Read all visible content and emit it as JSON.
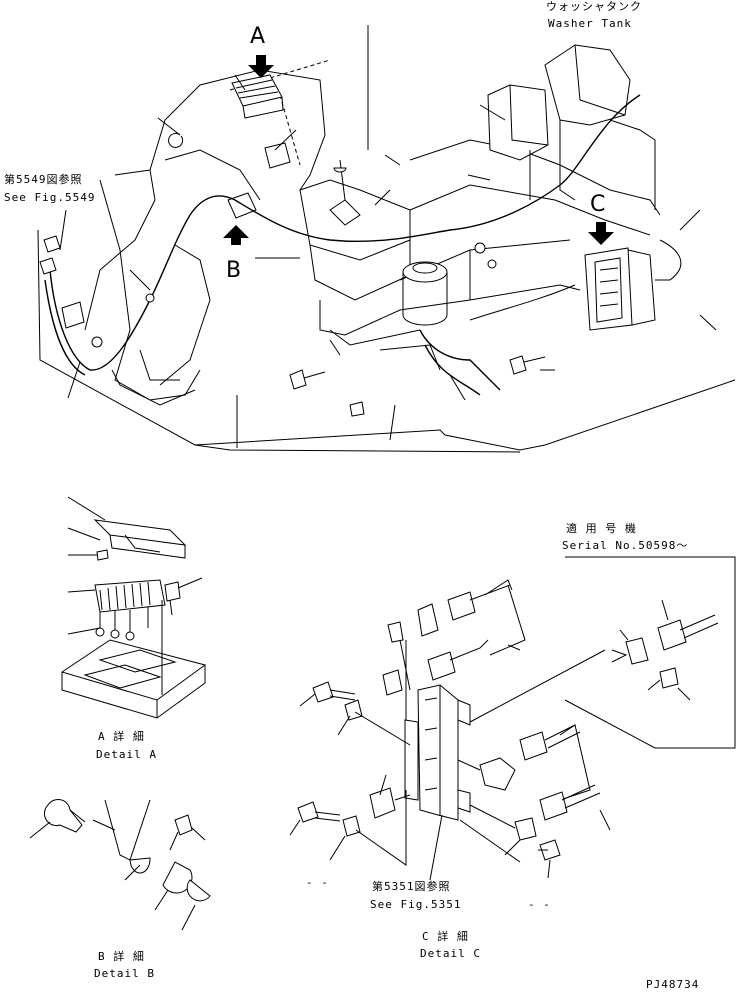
{
  "labels": {
    "washer_tank_jp": "ウォッシャタンク",
    "washer_tank_en": "Washer Tank",
    "ref_5549_jp": "第5549図参照",
    "ref_5549_en": "See Fig.5549",
    "letter_a": "A",
    "letter_b": "B",
    "letter_c": "C",
    "detail_a_jp": "A 詳 細",
    "detail_a_en": "Detail A",
    "detail_b_jp": "B 詳 細",
    "detail_b_en": "Detail B",
    "detail_c_jp": "C 詳 細",
    "detail_c_en": "Detail C",
    "serial_jp": "適 用 号 機",
    "serial_en": "Serial No.50598～",
    "ref_5351_jp": "第5351図参照",
    "ref_5351_en": "See Fig.5351",
    "dash_left": "- -",
    "dash_right": "- -",
    "part_code": "PJ48734"
  }
}
